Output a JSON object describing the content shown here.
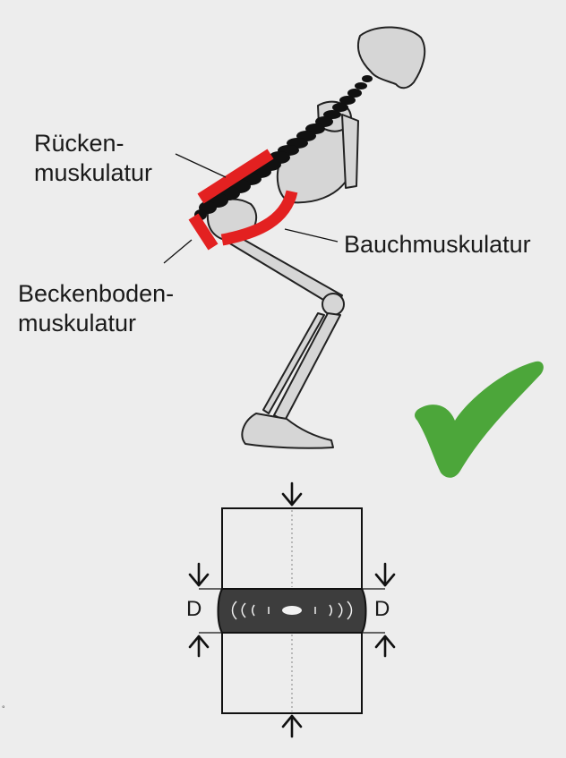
{
  "labels": {
    "ruecken": {
      "line1": "Rücken-",
      "line2": "muskulatur"
    },
    "bauch": "Bauchmuskulatur",
    "becken": {
      "line1": "Beckenboden-",
      "line2": "muskulatur"
    },
    "disc_left": "D",
    "disc_right": "D",
    "corner_mark": "°"
  },
  "colors": {
    "background": "#ededed",
    "bone_fill": "#d4d4d4",
    "bone_stroke": "#222222",
    "muscle": "#e32121",
    "check": "#4ca63a",
    "disc": "#3d3d3d"
  },
  "icons": {
    "checkmark": "check-icon",
    "arrows": "arrow-icon"
  }
}
